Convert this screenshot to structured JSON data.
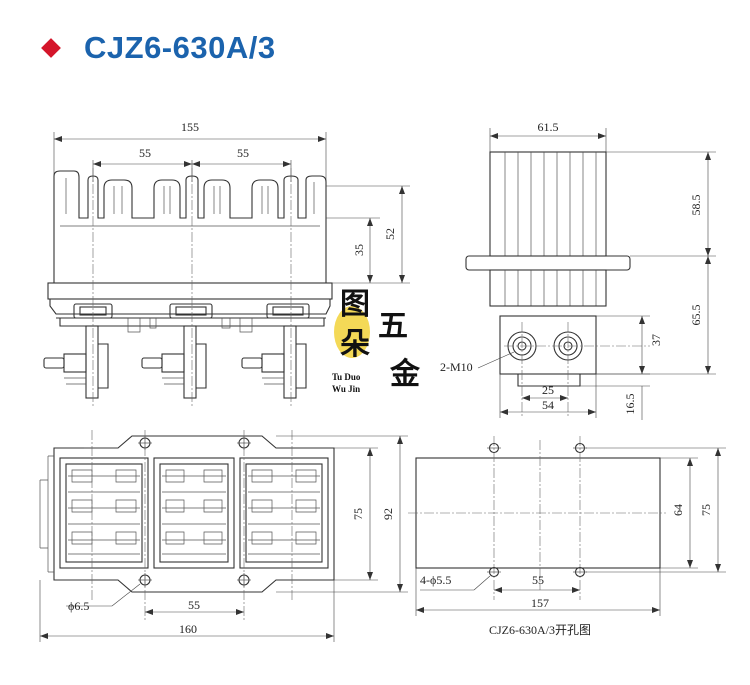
{
  "header": {
    "title": "CJZ6-630A/3",
    "bullet_color": "#d4152a",
    "title_color": "#1b63ad"
  },
  "front_view": {
    "overall_width": "155",
    "pole_pitch_1": "55",
    "pole_pitch_2": "55",
    "height_35": "35",
    "height_52": "52"
  },
  "side_view": {
    "width": "61.5",
    "upper_height": "58.5",
    "lower_height": "65.5",
    "terminal_height": "37",
    "thread_label": "2-M10",
    "terminal_pitch": "25",
    "base_width": "54",
    "bottom_offset": "16.5"
  },
  "top_view": {
    "hole_label": "ϕ6.5",
    "hole_pitch": "55",
    "overall_length": "160",
    "inner_height": "75",
    "overall_height": "92"
  },
  "cutout_view": {
    "hole_label": "4-ϕ5.5",
    "hole_pitch": "55",
    "length": "157",
    "height_64": "64",
    "height_75": "75",
    "caption": "CJZ6-630A/3开孔图"
  },
  "logo": {
    "chars": [
      "图",
      "朵",
      "五",
      "金"
    ],
    "english_line1": "Tu Duo",
    "english_line2": "Wu Jin",
    "accent_color": "#f2d23a"
  }
}
